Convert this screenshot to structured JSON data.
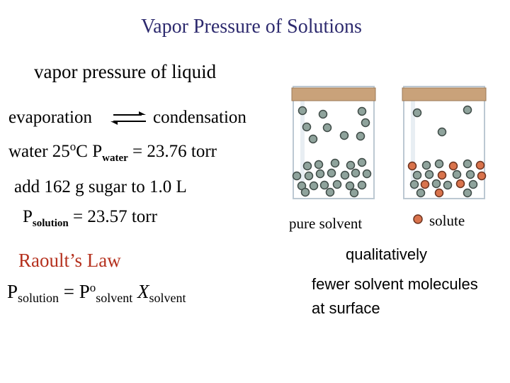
{
  "title": "Vapor Pressure of Solutions",
  "vp_liquid": "vapor pressure of liquid",
  "evaporation": "evaporation",
  "condensation": "condensation",
  "water_line": {
    "prefix": "water  25",
    "deg_sup": "o",
    "unit": "C   P",
    "sub": "water",
    "value": " = 23.76 torr"
  },
  "add_sugar": "add 162 g sugar to 1.0 L",
  "solution_line": {
    "p": "P",
    "sub": "solution",
    "value": " =   23.57 torr"
  },
  "law": {
    "title": "Raoult’s Law",
    "p": "P",
    "sub1": "solution",
    "eq": " = P",
    "sup": "o",
    "sub2": "solvent",
    "x": "X",
    "sub3": "solvent"
  },
  "beaker_labels": {
    "pure_solvent": "pure solvent",
    "solute": "solute"
  },
  "notes": {
    "qualitatively": "qualitatively",
    "fewer": "fewer solvent molecules",
    "surface": "at surface"
  },
  "colors": {
    "title": "#2d2a6e",
    "law_title": "#b5311e",
    "solvent_molecule": "#8fa39c",
    "solute_molecule": "#d9734c",
    "cork": "#c9a27a"
  }
}
